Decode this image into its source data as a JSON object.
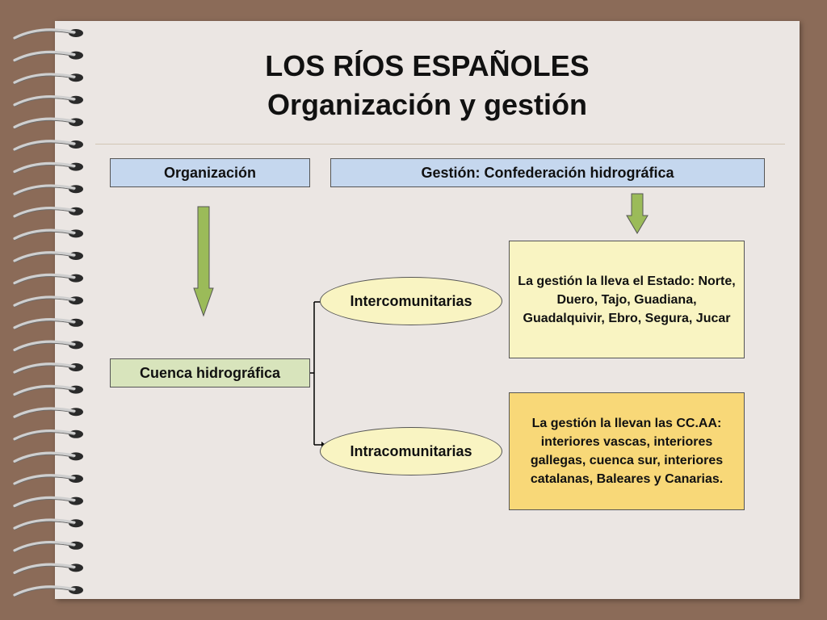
{
  "title": {
    "line1": "LOS RÍOS ESPAÑOLES",
    "line2": "Organización y gestión"
  },
  "headers": {
    "organizacion": "Organización",
    "gestion": "Gestión: Confederación hidrográfica"
  },
  "nodes": {
    "cuenca": "Cuenca hidrográfica",
    "inter": "Intercomunitarias",
    "intra": "Intracomunitarias"
  },
  "info": {
    "inter": "La gestión la lleva el Estado: Norte, Duero, Tajo, Guadiana, Guadalquivir, Ebro, Segura, Jucar",
    "intra": "La gestión la llevan las CC.AA: interiores vascas, interiores gallegas, cuenca sur, interiores catalanas, Baleares y Canarias."
  },
  "colors": {
    "header_fill": "#c5d7ee",
    "arrow_fill": "#9bbb59",
    "node_fill": "#d8e4bc",
    "ellipse_fill": "#f9f4c2",
    "info_inter_fill": "#f9f4c2",
    "info_intra_fill": "#f8d878"
  }
}
